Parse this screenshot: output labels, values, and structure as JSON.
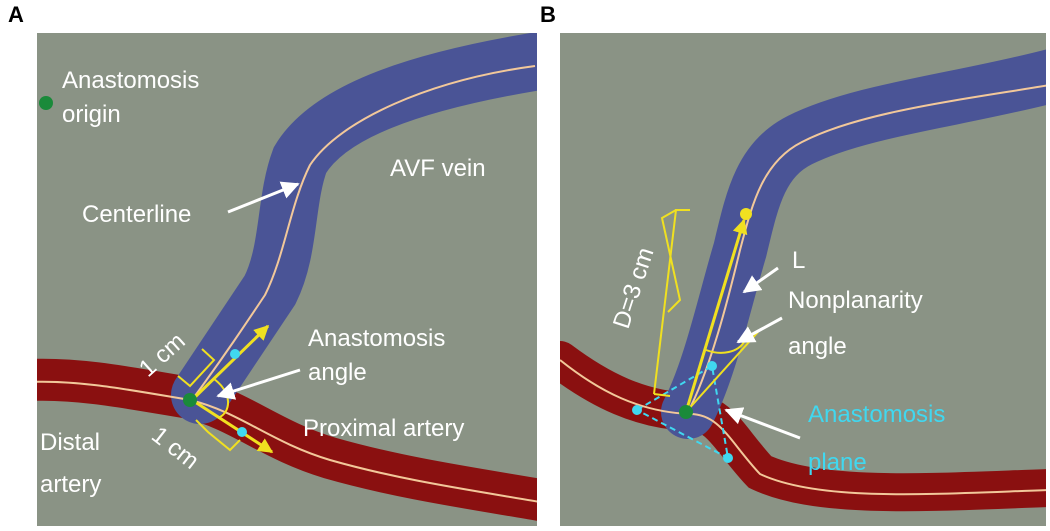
{
  "panels": {
    "A": {
      "letter": "A",
      "labels": {
        "origin": [
          "Anastomosis",
          "origin"
        ],
        "vein": "AVF vein",
        "centerline": "Centerline",
        "one_cm_top": "1 cm",
        "one_cm_bottom": "1 cm",
        "anast_angle": [
          "Anastomosis",
          "angle"
        ],
        "proximal": "Proximal artery",
        "distal": [
          "Distal",
          "artery"
        ]
      }
    },
    "B": {
      "letter": "B",
      "labels": {
        "distance": "D=3 cm",
        "L": "L",
        "nonplanarity": [
          "Nonplanarity",
          "angle"
        ],
        "plane": [
          "Anastomosis",
          "plane"
        ]
      }
    }
  },
  "colors": {
    "background": "#8a9385",
    "vein": "#4a5496",
    "artery": "#8a1010",
    "centerline": "#f2c89a",
    "yellow": "#f0e020",
    "cyan": "#40d8f0",
    "green": "#1a8a3a",
    "label": "#ffffff",
    "plane_label": "#40d8f0"
  }
}
